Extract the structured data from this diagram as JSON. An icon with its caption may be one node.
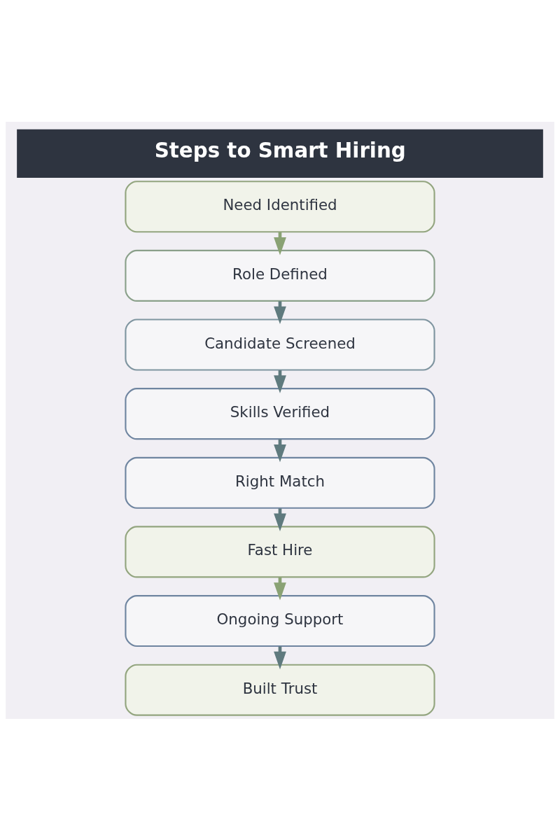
{
  "diagram": {
    "title": "Steps to Smart Hiring",
    "nodes": [
      {
        "text": [
          "Need Identified"
        ]
      },
      {
        "text": [
          "Role Defined"
        ]
      },
      {
        "text": [
          "Candidate Screened"
        ]
      },
      {
        "text": [
          "Skills Verified"
        ]
      },
      {
        "text": [
          "Right Match"
        ]
      },
      {
        "text": [
          "Fast Hire"
        ]
      },
      {
        "text": [
          "Ongoing Support"
        ]
      },
      {
        "text": [
          "Built Trust"
        ]
      }
    ],
    "edges": [
      {
        "from": 0,
        "to": 1,
        "arrow": "to",
        "color": "#8aa274"
      },
      {
        "from": 1,
        "to": 2,
        "arrow": "to"
      },
      {
        "from": 2,
        "to": 3,
        "arrow": "to"
      },
      {
        "from": 3,
        "to": 4,
        "arrow": "to"
      },
      {
        "from": 4,
        "to": 5,
        "arrow": "to"
      },
      {
        "from": 5,
        "to": 6,
        "arrow": "to",
        "color": "#8aa274"
      },
      {
        "from": 6,
        "to": 7,
        "arrow": "to"
      }
    ]
  }
}
